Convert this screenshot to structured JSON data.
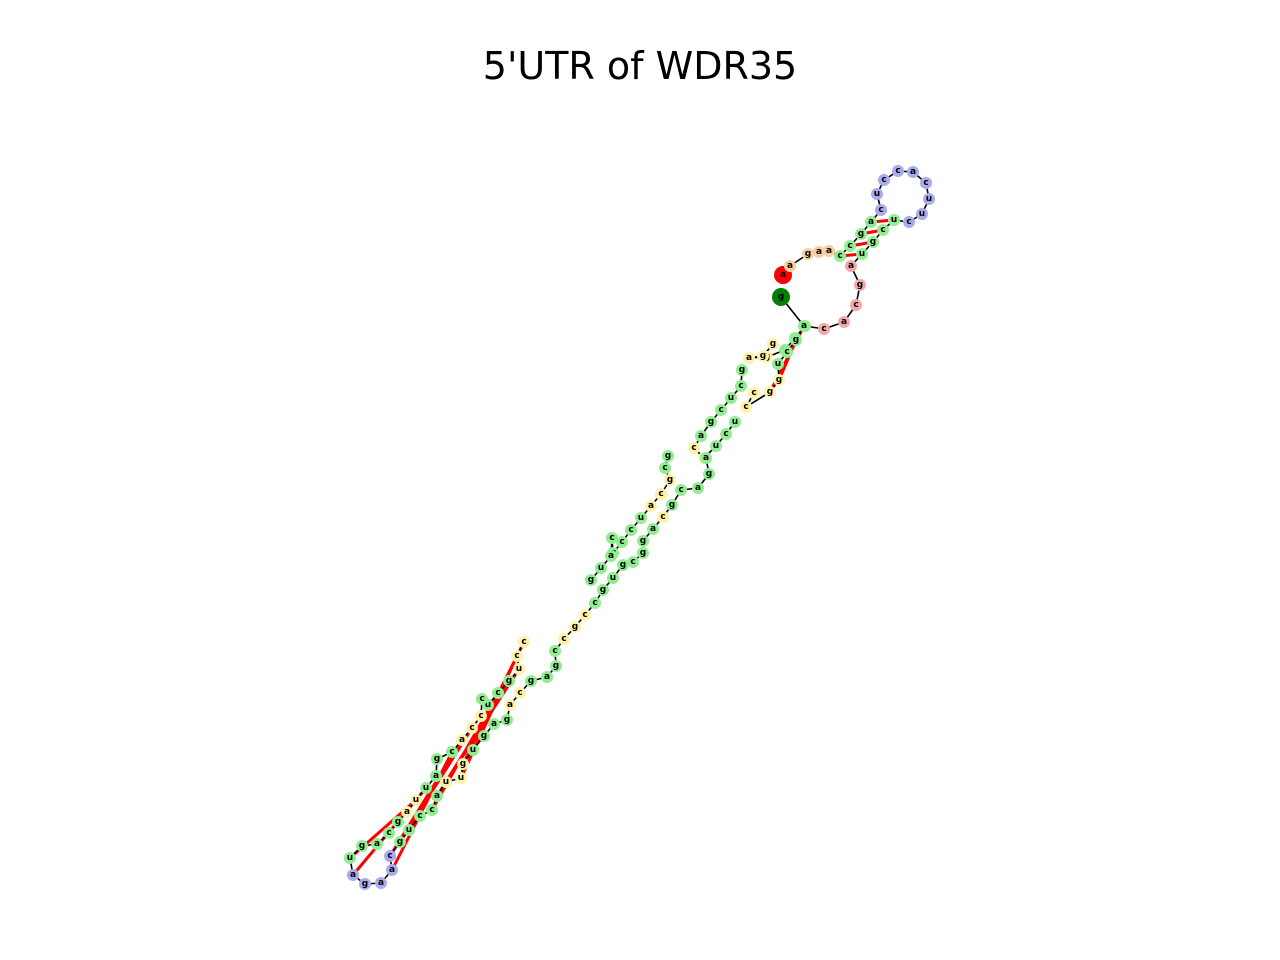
{
  "title": "5'UTR of WDR35",
  "colors": {
    "stem": "#90ee90",
    "interior_loop": "#fff2a8",
    "hairpin_loop": "#aaaaee",
    "multiloop_unpaired": "#f5cf9f",
    "exterior_loop": "#f2a9a9",
    "five_prime_end": "#ff0000",
    "three_prime_end": "#008000",
    "backbone": "#000000",
    "base_pair": "#ff0000"
  },
  "segments": [
    {
      "seq": "aagaa",
      "type": "multiloop_unpaired"
    },
    {
      "seq": "ccga",
      "type": "stem"
    },
    {
      "seq": "cuccacuuc",
      "type": "hairpin_loop"
    },
    {
      "seq": "ucgu",
      "type": "stem"
    },
    {
      "seq": "agcac",
      "type": "exterior_loop"
    },
    {
      "seq": "cca",
      "type": "stem"
    },
    {
      "seq": "ga",
      "type": "interior_loop"
    },
    {
      "seq": "gg",
      "type": "interior_loop"
    },
    {
      "seq": "gcucga",
      "type": "stem"
    },
    {
      "seq": "cc",
      "type": "interior_loop"
    },
    {
      "seq": "ucugc",
      "type": "stem"
    },
    {
      "seq": "gca",
      "type": "interior_loop"
    },
    {
      "seq": "uccgcaug",
      "type": "stem"
    },
    {
      "seq": "ccu",
      "type": "interior_loop"
    },
    {
      "seq": "gcuc",
      "type": "stem"
    },
    {
      "seq": "cca",
      "type": "interior_loop"
    },
    {
      "seq": "cgau",
      "type": "stem"
    },
    {
      "seq": "ua",
      "type": "interior_loop"
    },
    {
      "seq": "gcagu",
      "type": "stem"
    },
    {
      "seq": "agaac",
      "type": "hairpin_loop"
    },
    {
      "seq": "gucca",
      "type": "stem"
    },
    {
      "seq": "uug",
      "type": "interior_loop"
    },
    {
      "seq": "ugag",
      "type": "stem"
    },
    {
      "seq": "ac",
      "type": "interior_loop"
    },
    {
      "seq": "gagc",
      "type": "stem"
    },
    {
      "seq": "cgc",
      "type": "interior_loop"
    },
    {
      "seq": "cgugcgga",
      "type": "stem"
    },
    {
      "seq": "c",
      "type": "interior_loop"
    },
    {
      "seq": "gcaga",
      "type": "stem"
    },
    {
      "seq": "ccgg",
      "type": "interior_loop"
    },
    {
      "seq": "ucgagc",
      "type": "stem"
    },
    {
      "seq": "ag",
      "type": "interior_loop"
    },
    {
      "seq": "ugg",
      "type": "stem"
    },
    {
      "seq": "c",
      "type": "multiloop_unpaired"
    }
  ]
}
